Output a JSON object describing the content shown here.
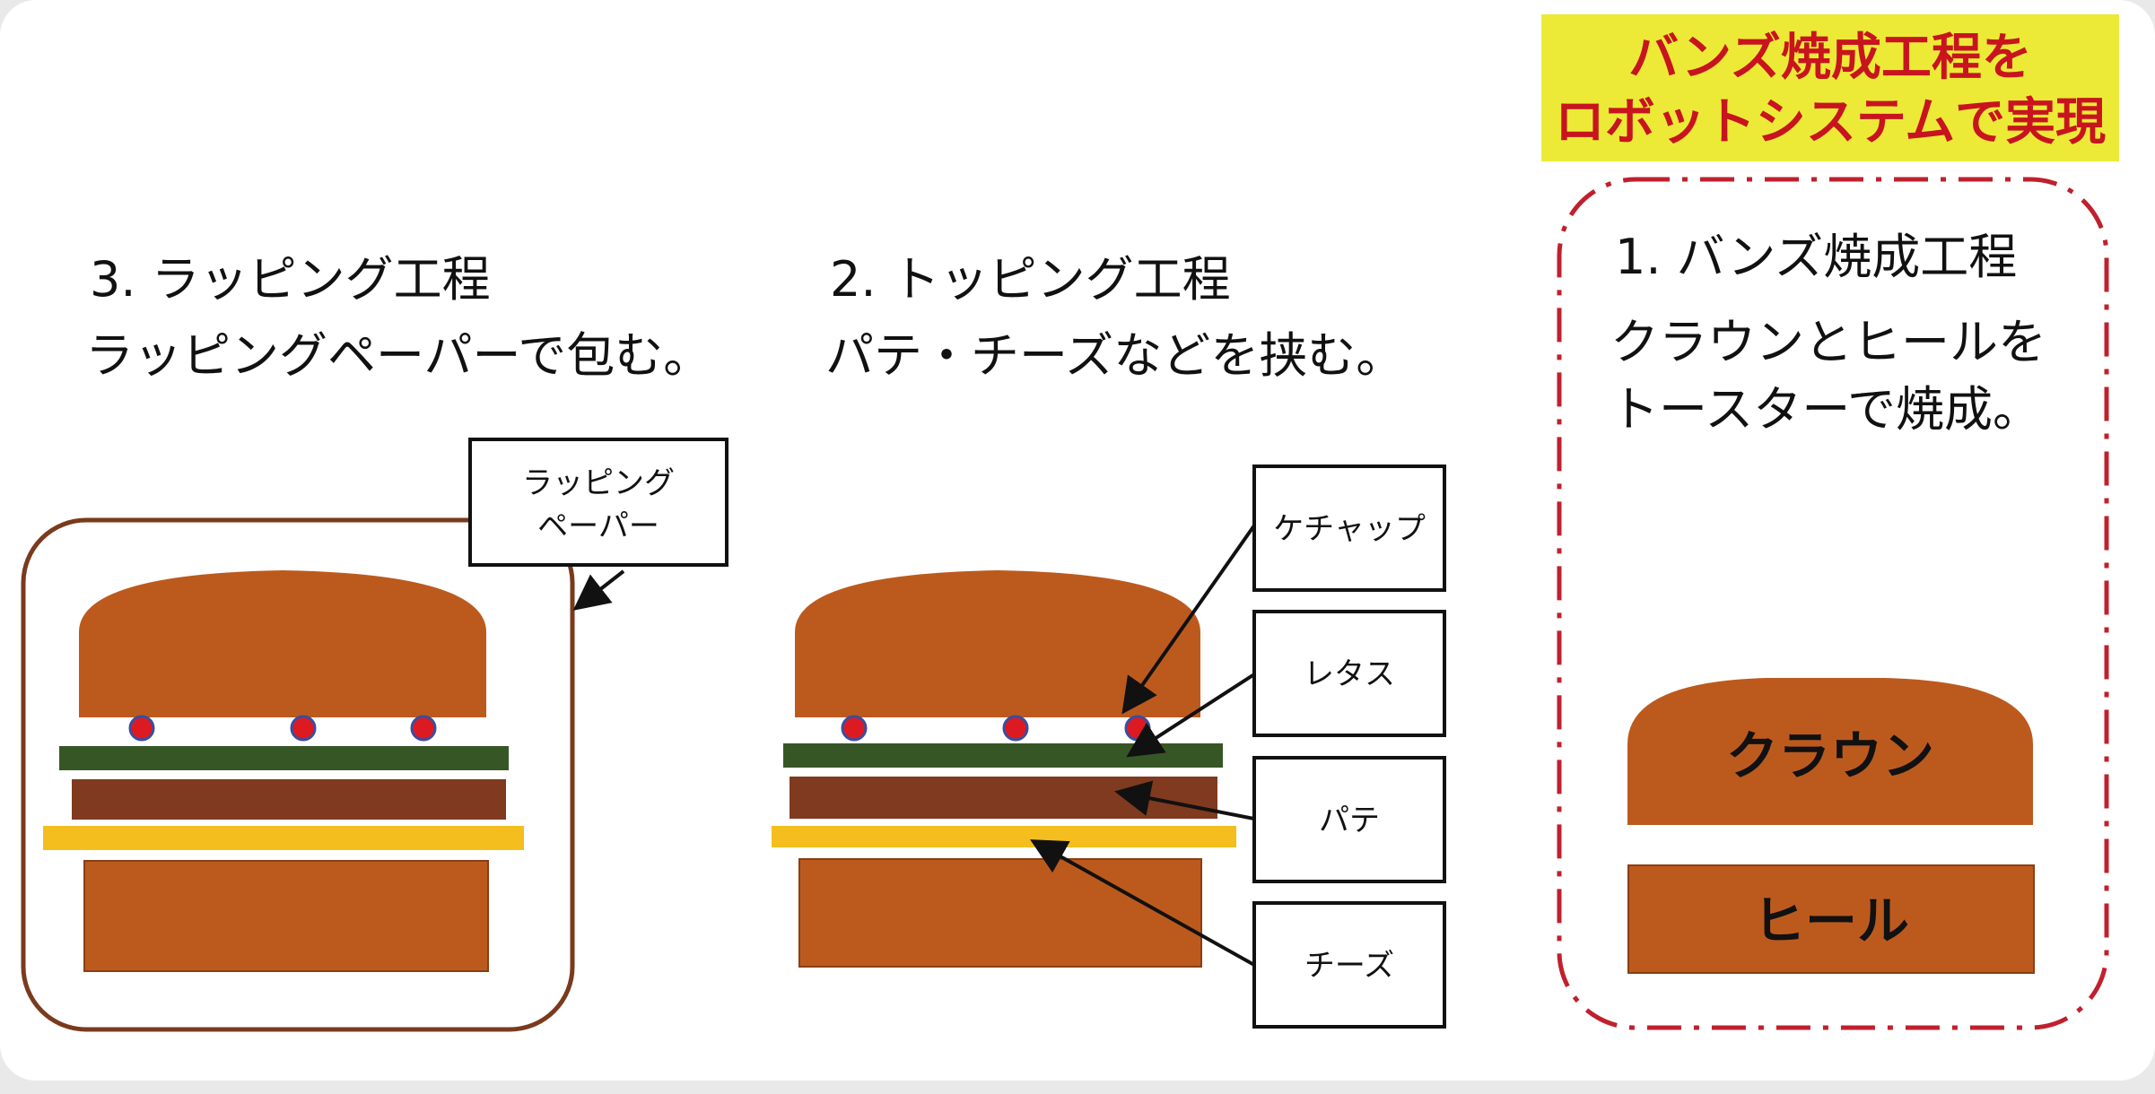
{
  "highlight": {
    "line1": "バンズ焼成工程を",
    "line2": "ロボットシステムで実現"
  },
  "step3": {
    "title": "3. ラッピング工程",
    "desc": "ラッピングペーパーで包む。",
    "callout_line1": "ラッピング",
    "callout_line2": "ペーパー"
  },
  "step2": {
    "title": "2. トッピング工程",
    "desc": "パテ・チーズなどを挟む。",
    "labels": {
      "ketchup": "ケチャップ",
      "lettuce": "レタス",
      "patty": "パテ",
      "cheese": "チーズ"
    }
  },
  "step1": {
    "title": "1. バンズ焼成工程",
    "desc_line1": "クラウンとヒールを",
    "desc_line2": "トースターで焼成。",
    "crown_label": "クラウン",
    "heel_label": "ヒール"
  },
  "colors": {
    "bun": "#bc5a1e",
    "lettuce": "#375626",
    "patty": "#7f3a1f",
    "cheese": "#f4be1e",
    "ketchup": "#dd1a22",
    "highlight_bg": "#ecea37",
    "highlight_text": "#c8141e",
    "dash_border": "#c0202e",
    "wrap_border": "#7a3a1c"
  }
}
